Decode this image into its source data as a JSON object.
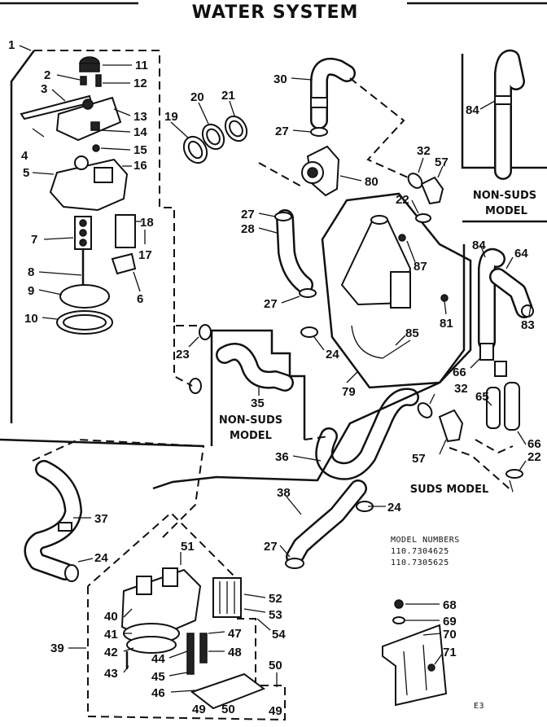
{
  "title": "WATER SYSTEM",
  "tags": {
    "non_suds_top": [
      "NON-SUDS",
      "MODEL"
    ],
    "non_suds_mid": [
      "NON-SUDS",
      "MODEL"
    ],
    "suds": "SUDS MODEL"
  },
  "model_numbers": {
    "heading": "MODEL NUMBERS",
    "numbers": [
      "110.7304625",
      "110.7305625"
    ]
  },
  "footer_code": "E3",
  "part_labels": {
    "p1": "1",
    "p2": "2",
    "p3": "3",
    "p4": "4",
    "p5": "5",
    "p6": "6",
    "p7": "7",
    "p8": "8",
    "p9": "9",
    "p10": "10",
    "p11": "11",
    "p12": "12",
    "p13": "13",
    "p14": "14",
    "p15": "15",
    "p16": "16",
    "p17": "17",
    "p18": "18",
    "p19": "19",
    "p20": "20",
    "p21": "21",
    "p22a": "22",
    "p22b": "22",
    "p23": "23",
    "p24a": "24",
    "p24b": "24",
    "p24c": "24",
    "p27a": "27",
    "p27b": "27",
    "p27c": "27",
    "p27d": "27",
    "p28": "28",
    "p30": "30",
    "p32a": "32",
    "p32b": "32",
    "p35": "35",
    "p36": "36",
    "p37": "37",
    "p38": "38",
    "p39": "39",
    "p40": "40",
    "p41": "41",
    "p42": "42",
    "p43": "43",
    "p44": "44",
    "p45": "45",
    "p46": "46",
    "p47": "47",
    "p48": "48",
    "p49a": "49",
    "p49b": "49",
    "p50a": "50",
    "p50b": "50",
    "p51": "51",
    "p52": "52",
    "p53": "53",
    "p54": "54",
    "p57a": "57",
    "p57b": "57",
    "p64": "64",
    "p65": "65",
    "p66a": "66",
    "p66b": "66",
    "p68": "68",
    "p69": "69",
    "p70": "70",
    "p71": "71",
    "p79": "79",
    "p80": "80",
    "p81": "81",
    "p83": "83",
    "p84a": "84",
    "p84b": "84",
    "p85": "85",
    "p87": "87"
  }
}
